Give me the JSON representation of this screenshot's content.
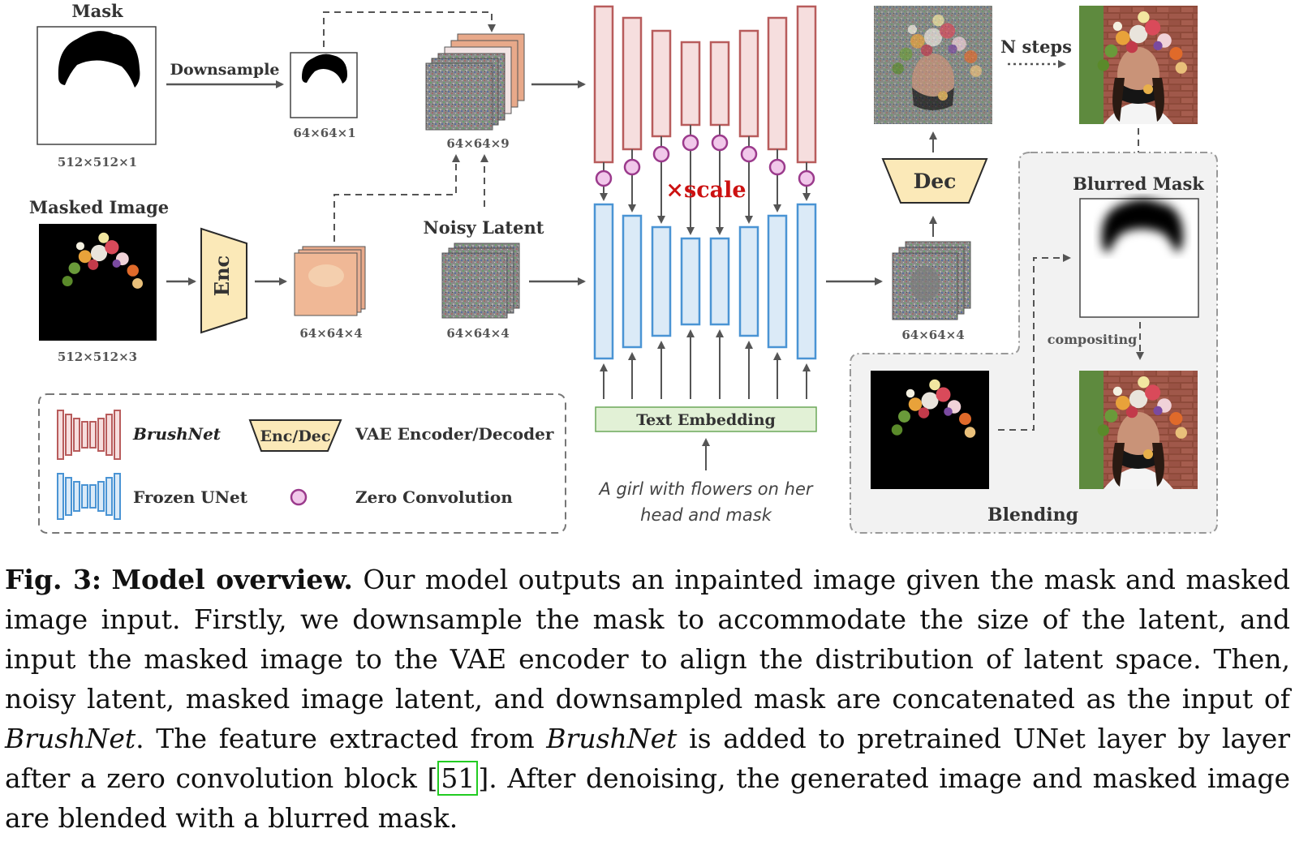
{
  "diagram": {
    "mask_title": "Mask",
    "mask_dim": "512×512×1",
    "downsample": "Downsample",
    "down_dim": "64×64×1",
    "concat_dim": "64×64×9",
    "masked_title": "Masked Image",
    "masked_dim": "512×512×3",
    "enc": "Enc",
    "enc_dim": "64×64×4",
    "noisy_title": "Noisy Latent",
    "noisy_dim": "64×64×4",
    "scale": "×scale",
    "text_embedding": "Text Embedding",
    "prompt_line1": "A girl with flowers on her",
    "prompt_line2": "head and mask",
    "dec": "Dec",
    "out_dim": "64×64×4",
    "n_steps": "N steps",
    "blurred_mask": "Blurred Mask",
    "compositing": "compositing",
    "blending": "Blending"
  },
  "legend": {
    "brushnet": "BrushNet",
    "encdec_icon": "Enc/Dec",
    "encdec": "VAE Encoder/Decoder",
    "unet": "Frozen UNet",
    "zero_conv": "Zero Convolution"
  },
  "caption": {
    "fig_label": "Fig. 3:",
    "fig_title": "Model overview.",
    "part1": "Our model outputs an inpainted image given the mask and masked image input. Firstly, we downsample the mask to accommodate the size of the latent, and input the masked image to the VAE encoder to align the distribution of latent space. Then, noisy latent, masked image latent, and downsampled mask are concatenated as the input of",
    "brushnet1": "BrushNet",
    "part2": ". The feature extracted from",
    "brushnet2": "BrushNet",
    "part3": "is added to pretrained UNet layer by layer after a zero convolution block",
    "cite_open": "[",
    "cite": "51",
    "cite_close": "]",
    "part4": ". After denoising, the generated image and masked image are blended with a blurred mask."
  },
  "colors": {
    "brushnet_stroke": "#b85c5c",
    "brushnet_fill": "#f6dede",
    "unet_stroke": "#4a94d4",
    "unet_fill": "#dbeaf7",
    "zero_conv_stroke": "#9b3a8c",
    "zero_conv_fill": "#f1c8ea",
    "vae_stroke": "#2a2a2a",
    "vae_fill": "#fbe9b8",
    "text_emb_fill": "#e2f1d6",
    "text_emb_stroke": "#6ca85a",
    "scale_text": "#cc1111",
    "cite_box": "#22cc22"
  }
}
